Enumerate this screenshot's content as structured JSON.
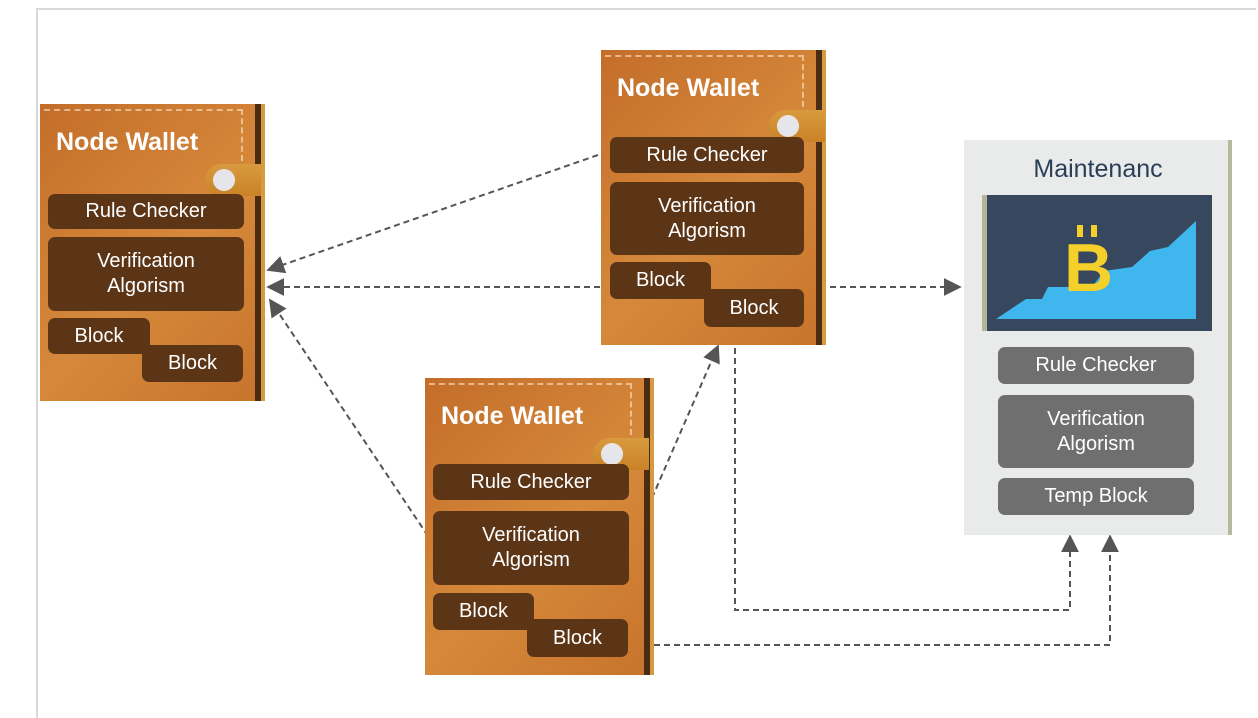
{
  "wallets": [
    {
      "title": "Node Wallet",
      "rule_checker": "Rule Checker",
      "verification": "Verification Algorism",
      "block_back": "Block",
      "block_front": "Block"
    },
    {
      "title": "Node Wallet",
      "rule_checker": "Rule Checker",
      "verification": "Verification Algorism",
      "block_back": "Block",
      "block_front": "Block"
    },
    {
      "title": "Node Wallet",
      "rule_checker": "Rule Checker",
      "verification": "Verification Algorism",
      "block_back": "Block",
      "block_front": "Block"
    }
  ],
  "maintenance": {
    "title": "Maintenanc",
    "rule_checker": "Rule Checker",
    "verification": "Verification Algorism",
    "temp_block": "Temp Block",
    "icon": "bitcoin-growth-icon"
  },
  "colors": {
    "wallet": "#d0803a",
    "pill": "#5c3517",
    "maintenance_bg": "#e8ebea",
    "gray_pill": "#6f6f6f",
    "arrow": "#555555"
  }
}
